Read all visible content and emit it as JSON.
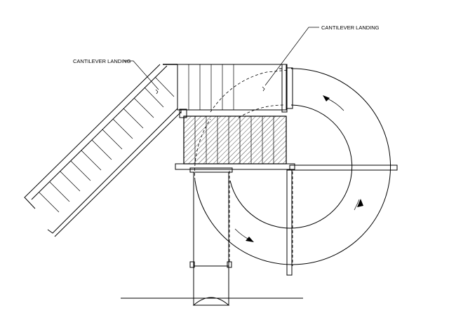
{
  "drawing": {
    "callouts": [
      {
        "id": "left",
        "text": "CANTILEVER LANDING"
      },
      {
        "id": "right",
        "text": "CANTILEVER LANDING"
      }
    ],
    "line_color": "#000000",
    "hatch_color": "#000000",
    "background": "#ffffff"
  }
}
